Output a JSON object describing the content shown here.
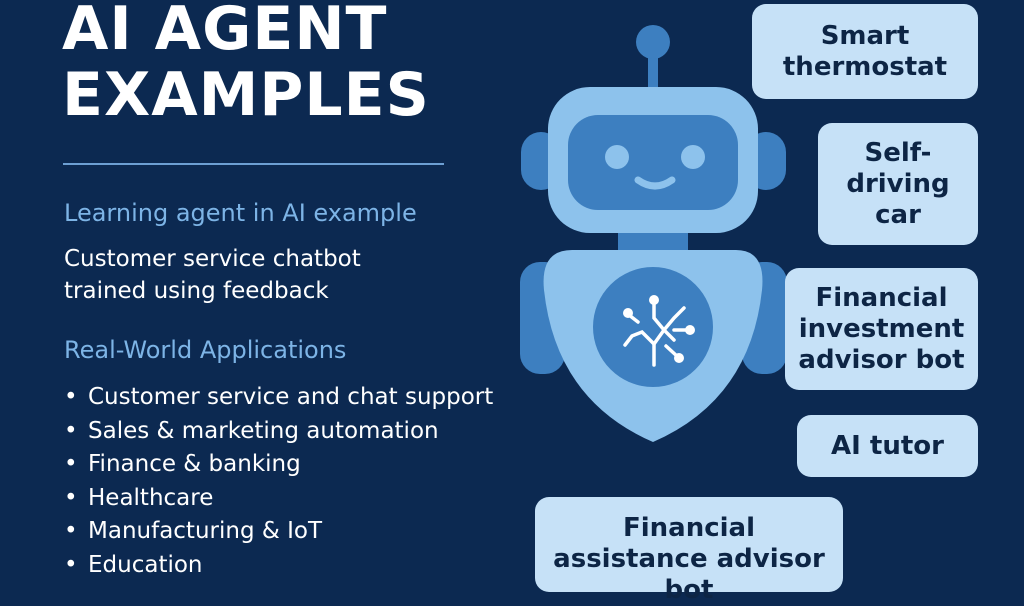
{
  "title_lines": [
    "AI AGENT",
    "EXAMPLES"
  ],
  "learning": {
    "heading": "Learning agent in AI example",
    "lines": [
      "Customer service chatbot",
      "trained using feedback"
    ]
  },
  "applications": {
    "heading": "Real-World Applications",
    "items": [
      "Customer service and chat support",
      "Sales & marketing automation",
      "Finance & banking",
      "Healthcare",
      "Manufacturing & IoT",
      "Education"
    ]
  },
  "examples": [
    "Smart thermostat",
    "Self-driving car",
    "Financial investment advisor bot",
    "AI tutor",
    "Financial assistance advisor bot"
  ],
  "colors": {
    "background": "#0c2951",
    "robot_light": "#8dc2ec",
    "robot_mid": "#3d7fc0",
    "box": "#c6e1f7"
  }
}
